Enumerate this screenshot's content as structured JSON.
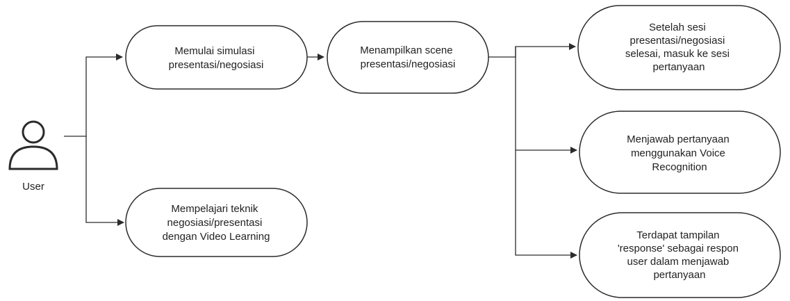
{
  "actor": {
    "label": "User",
    "icon": "user-icon"
  },
  "nodes": {
    "start_simulation": {
      "lines": [
        "Memulai simulasi",
        "presentasi/negosiasi"
      ]
    },
    "show_scene": {
      "lines": [
        "Menampilkan scene",
        "presentasi/negosiasi"
      ]
    },
    "question_session": {
      "lines": [
        "Setelah sesi",
        "presentasi/negosiasi",
        "selesai, masuk ke sesi",
        "pertanyaan"
      ]
    },
    "voice_recognition": {
      "lines": [
        "Menjawab pertanyaan",
        "menggunakan Voice",
        "Recognition"
      ]
    },
    "response_view": {
      "lines": [
        "Terdapat tampilan",
        "'response' sebagai respon",
        "user dalam menjawab",
        "pertanyaan"
      ]
    },
    "video_learning": {
      "lines": [
        "Mempelajari teknik",
        "negosiasi/presentasi",
        "dengan Video Learning"
      ]
    }
  },
  "colors": {
    "stroke": "#2b2b2b",
    "text": "#222222",
    "fill": "#ffffff"
  }
}
